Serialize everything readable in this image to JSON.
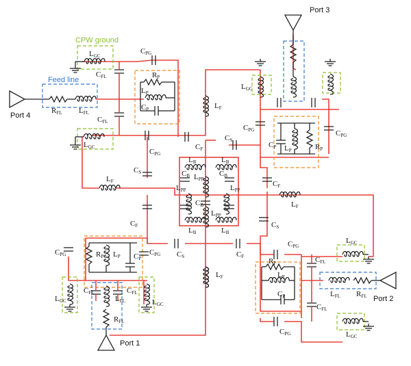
{
  "labels": {
    "cpw_ground": "CPW ground",
    "feed_line": "Feed line",
    "port1": "Port 1",
    "port2": "Port 2",
    "port3": "Port 3",
    "port4": "Port 4"
  },
  "components": {
    "L_GC": "L",
    "L_GC_sub": "GC",
    "C_PG": "C",
    "C_PG_sub": "PG",
    "C_FL": "C",
    "C_FL_sub": "FL",
    "R_P": "R",
    "R_P_sub": "P",
    "L_P": "L",
    "L_P_sub": "P",
    "C_P": "C",
    "C_P_sub": "P",
    "R_FL": "R",
    "R_FL_sub": "FL",
    "L_FL": "L",
    "L_FL_sub": "FL",
    "L_F": "L",
    "L_F_sub": "F",
    "C_F": "C",
    "C_F_sub": "F",
    "C_S": "C",
    "C_S_sub": "S",
    "L_B": "L",
    "L_B_sub": "B",
    "C_B": "C",
    "C_B_sub": "B",
    "L_PP": "L",
    "L_PP_sub": "PP"
  },
  "colors": {
    "wire": "#e8413a",
    "parallel_box": "#f08a24",
    "feed_box": "#3a78c9",
    "ground_box": "#8bbf2c"
  }
}
